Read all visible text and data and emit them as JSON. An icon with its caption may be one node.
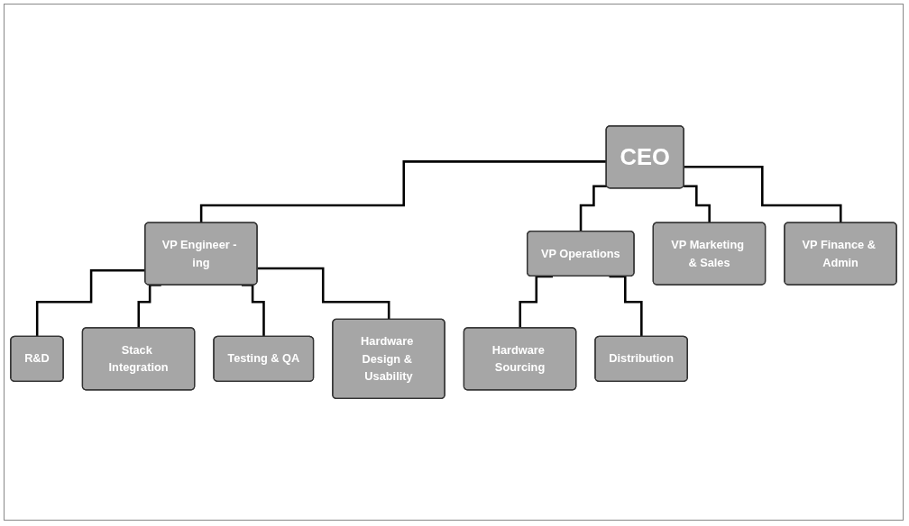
{
  "diagram": {
    "nodes": [
      {
        "text": [
          "CEO"
        ]
      },
      {
        "text": [
          "VP Engineer - ing"
        ]
      },
      {
        "text": [
          "VP Operations"
        ]
      },
      {
        "text": [
          "VP Marketing & Sales"
        ]
      },
      {
        "text": [
          "VP Finance & Admin"
        ]
      },
      {
        "text": [
          "R&D"
        ]
      },
      {
        "text": [
          "Stack Integration"
        ]
      },
      {
        "text": [
          "Testing & QA"
        ]
      },
      {
        "text": [
          "Hardware Design & Usability"
        ]
      },
      {
        "text": [
          "Hardware Sourcing"
        ]
      },
      {
        "text": [
          "Distribution"
        ]
      }
    ],
    "edges": [
      {
        "from": 0,
        "to": 1,
        "arrow": "none"
      },
      {
        "from": 0,
        "to": 2,
        "arrow": "none"
      },
      {
        "from": 0,
        "to": 3,
        "arrow": "none"
      },
      {
        "from": 0,
        "to": 4,
        "arrow": "none"
      },
      {
        "from": 1,
        "to": 5,
        "arrow": "none"
      },
      {
        "from": 1,
        "to": 6,
        "arrow": "none"
      },
      {
        "from": 1,
        "to": 7,
        "arrow": "none"
      },
      {
        "from": 1,
        "to": 8,
        "arrow": "none"
      },
      {
        "from": 2,
        "to": 9,
        "arrow": "none"
      },
      {
        "from": 2,
        "to": 10,
        "arrow": "none"
      }
    ]
  }
}
